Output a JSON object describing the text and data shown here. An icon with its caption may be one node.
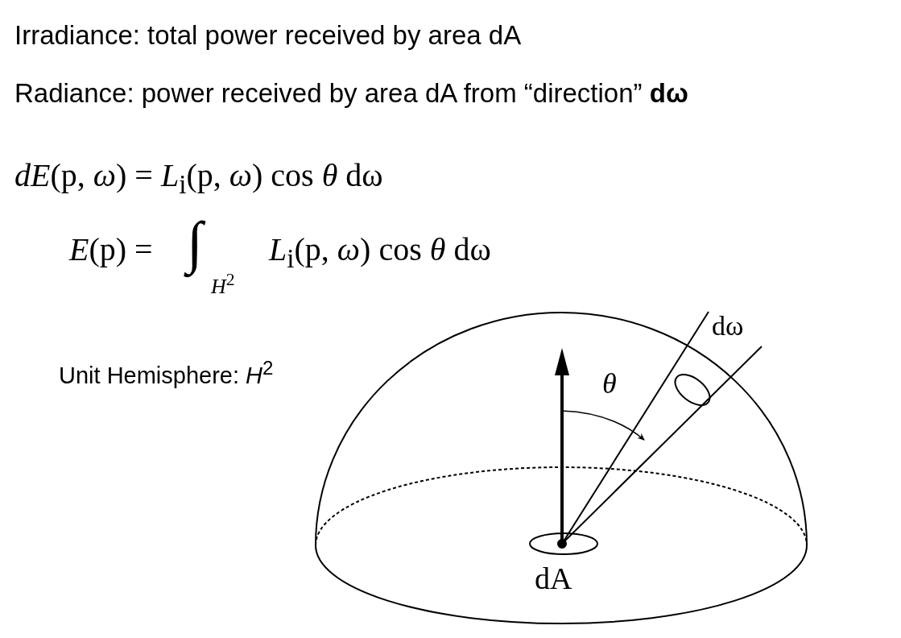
{
  "diagram": {
    "labels": [
      "Irradiance: total power received by area dA",
      "Radiance: power received by area dA from “direction” **dω**",
      "*dE*(p, *ω*) = *L*$_{i}$(p, *ω*) cos *θ* dω",
      "*E*(p) =",
      "∫",
      "*H*$^{2}$",
      "*L*$_{i}$(p, *ω*) cos *θ* dω",
      "Unit Hemisphere: *H*$^{2}$",
      "dω",
      "*θ*",
      "dA"
    ]
  }
}
